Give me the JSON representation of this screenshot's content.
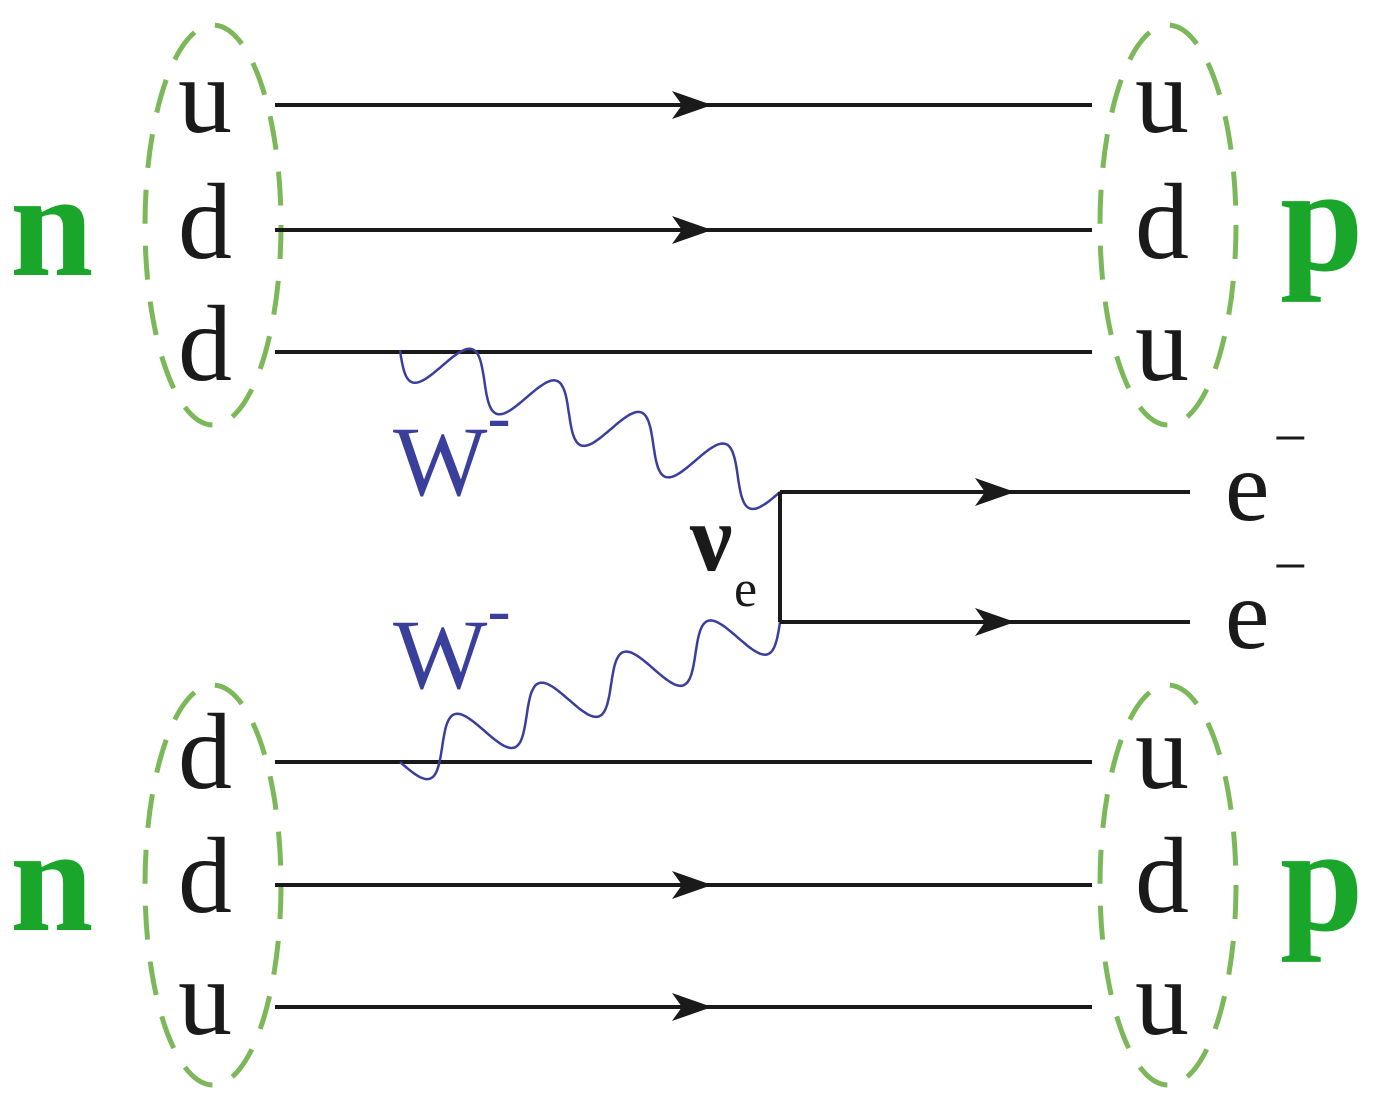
{
  "colors": {
    "hadron": "#1aa62a",
    "group_outline": "#7cb85a",
    "boson": "#3a3f9c",
    "fermion": "#1a1a1a"
  },
  "top": {
    "initial_hadron": "n",
    "final_hadron": "p",
    "initial_quarks": [
      "u",
      "d",
      "d"
    ],
    "final_quarks": [
      "u",
      "d",
      "u"
    ]
  },
  "bottom": {
    "initial_hadron": "n",
    "final_hadron": "p",
    "initial_quarks": [
      "d",
      "d",
      "u"
    ],
    "final_quarks": [
      "u",
      "d",
      "u"
    ]
  },
  "bosons": {
    "upper": {
      "symbol": "W",
      "charge": "-"
    },
    "lower": {
      "symbol": "W",
      "charge": "-"
    }
  },
  "neutrino": {
    "symbol": "ν",
    "subscript": "e"
  },
  "leptons": [
    {
      "symbol": "e",
      "charge": "−"
    },
    {
      "symbol": "e",
      "charge": "−"
    }
  ]
}
